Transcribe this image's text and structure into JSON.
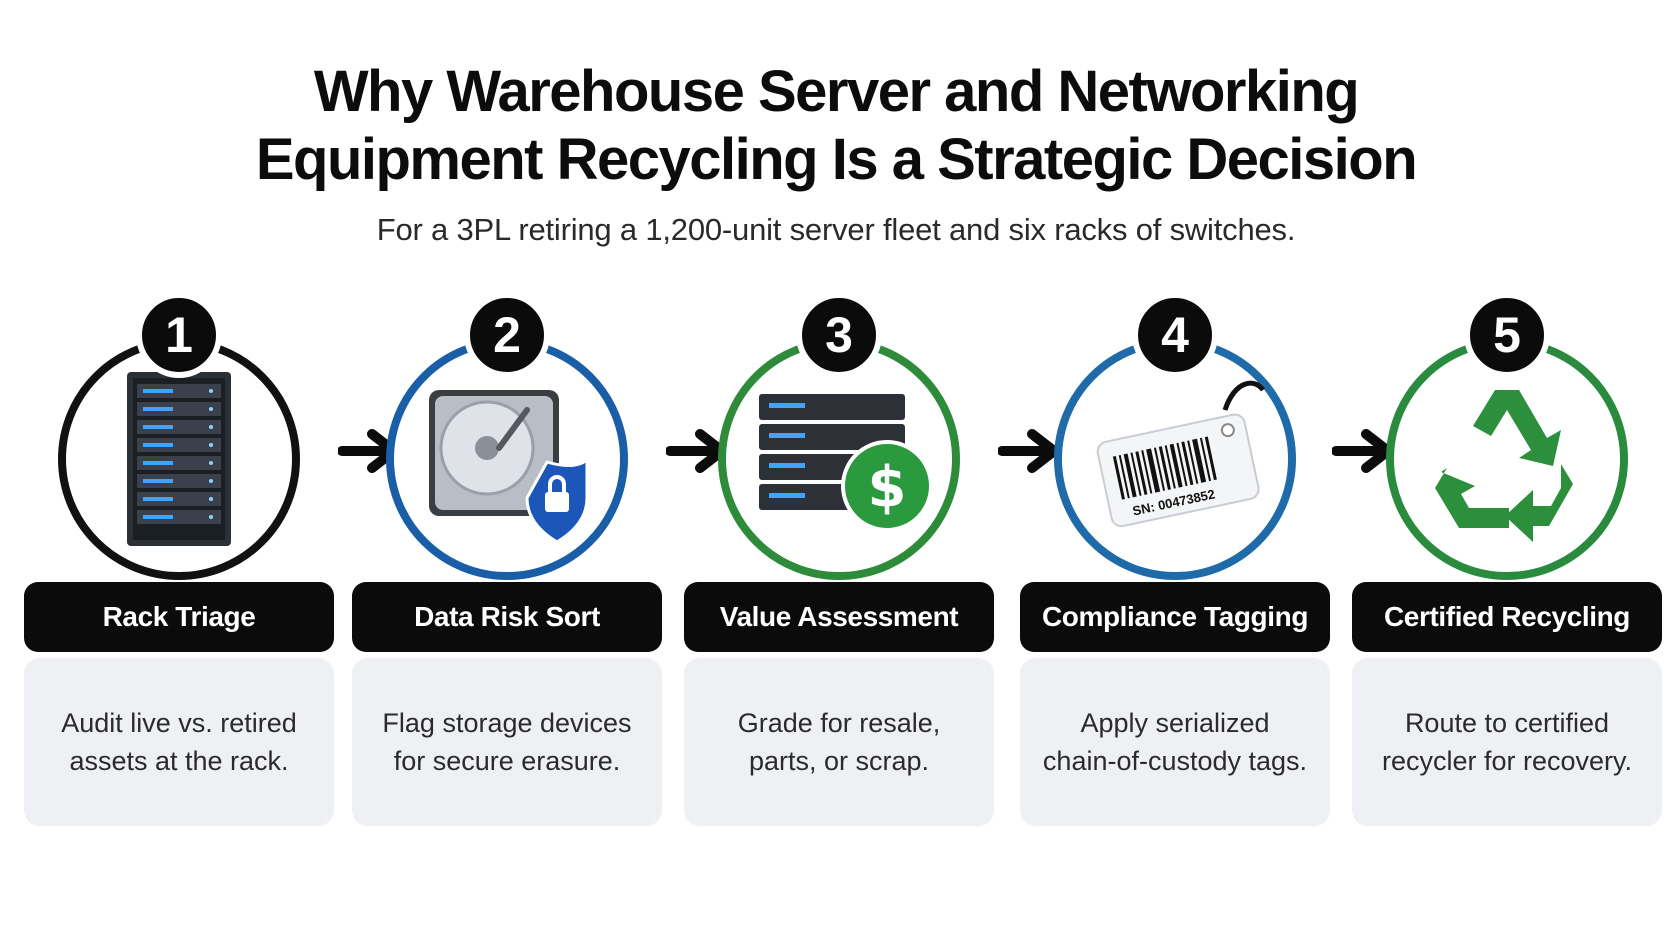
{
  "header": {
    "title_line1": "Why Warehouse Server and Networking",
    "title_line2": "Equipment Recycling Is a Strategic Decision",
    "subtitle": "For a 3PL retiring a 1,200-unit server fleet and six racks of switches."
  },
  "steps": [
    {
      "number": "1",
      "label": "Rack Triage",
      "description": "Audit live vs. retired assets at the rack.",
      "icon": "server-rack-icon",
      "ring_color": "#111111"
    },
    {
      "number": "2",
      "label": "Data Risk Sort",
      "description": "Flag storage devices for secure erasure.",
      "icon": "hard-drive-shield-icon",
      "ring_color": "#1a5ea8"
    },
    {
      "number": "3",
      "label": "Value Assessment",
      "description": "Grade for resale, parts, or scrap.",
      "icon": "server-dollar-icon",
      "ring_color": "#2e8b3a"
    },
    {
      "number": "4",
      "label": "Compliance Tagging",
      "description": "Apply serialized chain-of-custody tags.",
      "icon": "barcode-tag-icon",
      "ring_color": "#1f6aa8",
      "tag_text": "SN: 00473852"
    },
    {
      "number": "5",
      "label": "Certified Recycling",
      "description": "Route to certified recycler for recovery.",
      "icon": "recycle-icon",
      "ring_color": "#2a8a3e"
    }
  ],
  "colors": {
    "black": "#0b0b0b",
    "blue": "#1a5ea8",
    "green": "#2e8b3a",
    "box_bg": "#eef0f4"
  }
}
